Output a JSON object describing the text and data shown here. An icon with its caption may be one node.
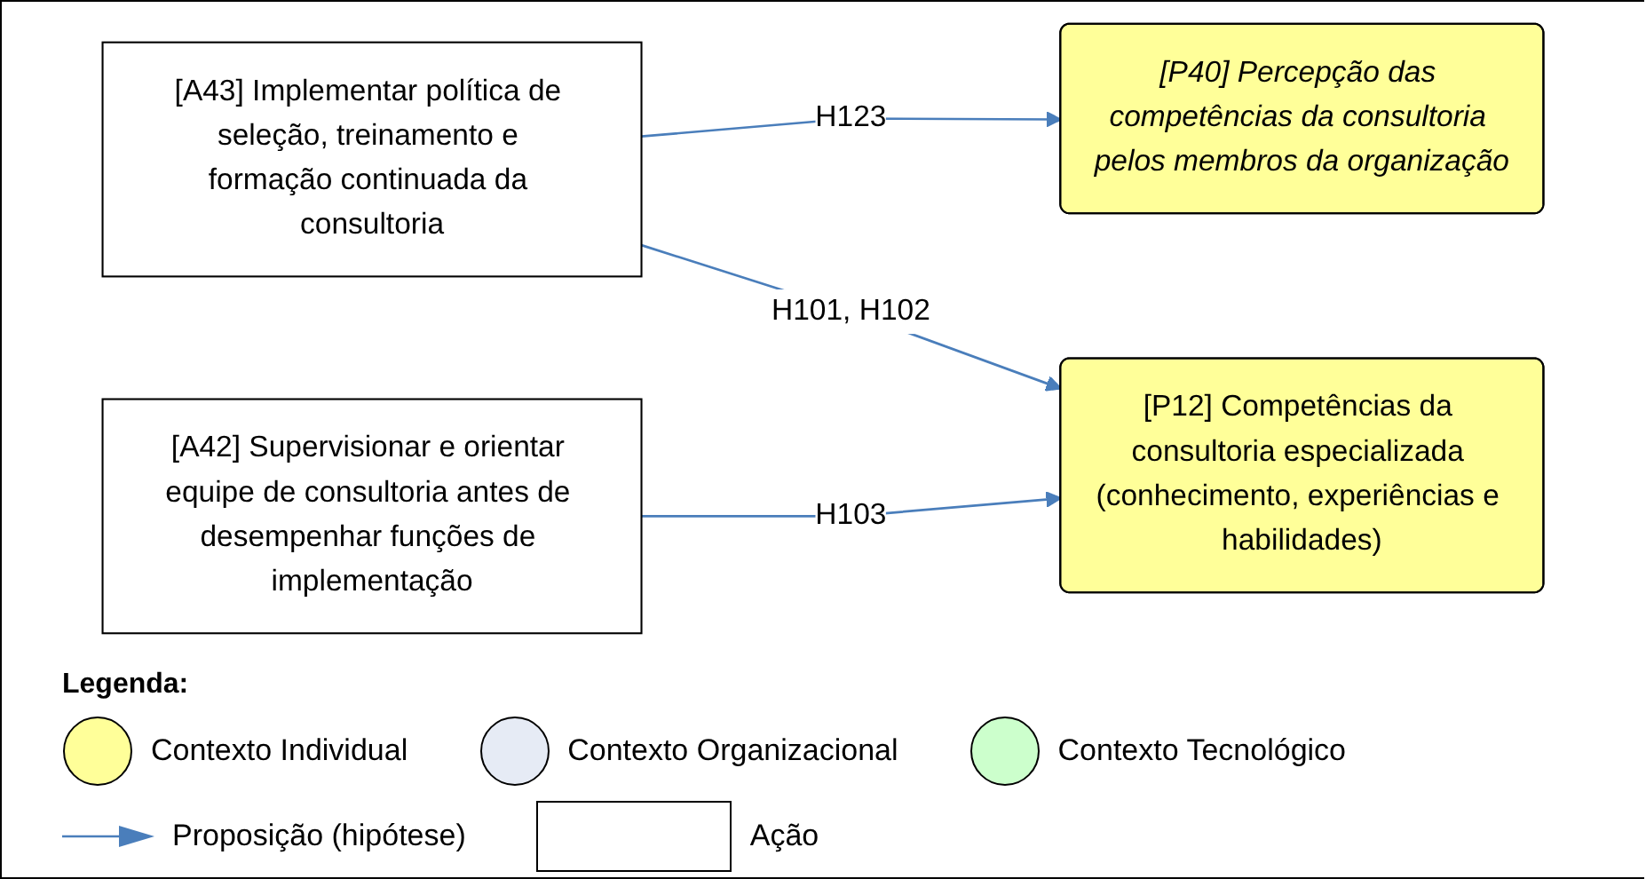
{
  "diagram": {
    "nodes": [
      {
        "text": [
          "[A43] Implementar política de seleção, treinamento e formação continuada da consultoria"
        ]
      },
      {
        "text": [
          "[P40] Percepção das competências da consultoria pelos membros da organização"
        ]
      },
      {
        "text": [
          "[A42] Supervisionar e orientar equipe de consultoria antes de desempenhar funções de implementação"
        ]
      },
      {
        "text": [
          "[P12] Competências da consultoria especializada (conhecimento, experiências e habilidades)"
        ]
      }
    ],
    "edges": [
      {
        "from": 0,
        "to": 1,
        "arrow": "to",
        "label": "H123"
      },
      {
        "from": 0,
        "to": 3,
        "arrow": "to",
        "label": "H101, H102"
      },
      {
        "from": 2,
        "to": 3,
        "arrow": "to",
        "label": "H103"
      }
    ],
    "labels": [
      "Legenda:"
    ],
    "legend": [
      {
        "text": "Contexto Individual",
        "color": "#ffff99"
      },
      {
        "text": "Contexto Organizacional",
        "color": "#e6ebf5"
      },
      {
        "text": "Contexto Tecnológico",
        "color": "#ccffcc"
      },
      {
        "text": "Proposição (hipótese)"
      },
      {
        "text": "Ação"
      }
    ]
  }
}
